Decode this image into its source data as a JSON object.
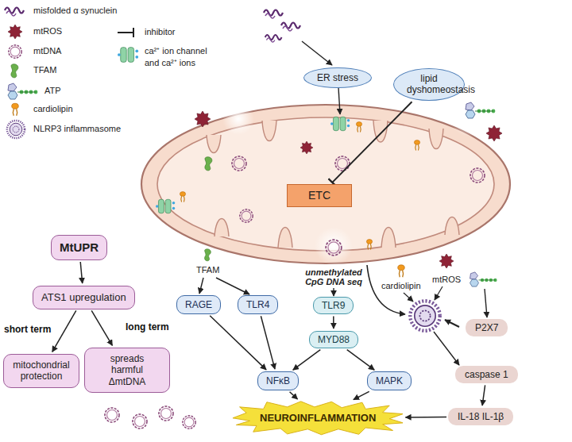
{
  "diagram": {
    "nodes": [
      {
        "text": [
          "ER stress"
        ]
      },
      {
        "text": [
          "lipid dyshomeostasis"
        ]
      },
      {
        "text": [
          "ETC"
        ]
      },
      {
        "text": [
          "MtUPR"
        ]
      },
      {
        "text": [
          "ATS1 upregulation"
        ]
      },
      {
        "text": [
          "mitochondrial protection"
        ]
      },
      {
        "text": [
          "spreads harmful ΔmtDNA"
        ]
      },
      {
        "text": [
          "RAGE"
        ]
      },
      {
        "text": [
          "TLR4"
        ]
      },
      {
        "text": [
          "TLR9"
        ]
      },
      {
        "text": [
          "MYD88"
        ]
      },
      {
        "text": [
          "NFκB"
        ]
      },
      {
        "text": [
          "MAPK"
        ]
      },
      {
        "text": [
          "NEUROINFLAMMATION"
        ]
      },
      {
        "text": [
          "P2X7"
        ]
      },
      {
        "text": [
          "caspase 1"
        ]
      },
      {
        "text": [
          "IL-18 IL-1β"
        ]
      }
    ],
    "edges": [
      {
        "from": 1,
        "to": 2,
        "arrow": "to"
      },
      {
        "from": 3,
        "to": 4,
        "arrow": "to"
      },
      {
        "from": 4,
        "to": 5,
        "arrow": "to",
        "label": "short term"
      },
      {
        "from": 4,
        "to": 6,
        "arrow": "to",
        "label": "long term"
      },
      {
        "from": 7,
        "to": 11,
        "arrow": "to"
      },
      {
        "from": 8,
        "to": 11,
        "arrow": "to"
      },
      {
        "from": 9,
        "to": 10,
        "arrow": "to"
      },
      {
        "from": 10,
        "to": 11,
        "arrow": "to"
      },
      {
        "from": 10,
        "to": 12,
        "arrow": "to"
      },
      {
        "from": 11,
        "to": 13,
        "arrow": "to"
      },
      {
        "from": 12,
        "to": 13,
        "arrow": "to"
      },
      {
        "from": 15,
        "to": 16,
        "arrow": "to"
      },
      {
        "from": 16,
        "to": 13,
        "arrow": "to"
      }
    ],
    "labels": [
      "TFAM",
      "unmethylated CpG DNA seq",
      "cardiolipin",
      "mtROS"
    ],
    "legend": [
      {
        "text": "misfolded α synuclein"
      },
      {
        "text": "mtROS"
      },
      {
        "text": "mtDNA"
      },
      {
        "text": "TFAM"
      },
      {
        "text": "ATP"
      },
      {
        "text": "cardiolipin"
      },
      {
        "text": "NLRP3 inflammasome"
      },
      {
        "text": "inhibitor"
      },
      {
        "text": "ca²⁺ ion channel and ca²⁺ ions"
      }
    ]
  }
}
